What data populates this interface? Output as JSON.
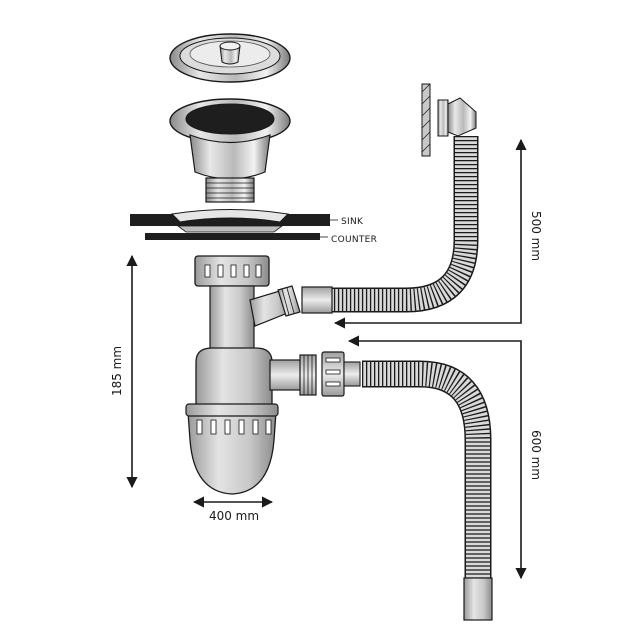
{
  "labels": {
    "sink": "SINK",
    "counter": "COUNTER"
  },
  "dimensions": {
    "height_left": "185 mm",
    "width_bottom": "400 mm",
    "upper_hose": "500 mm",
    "lower_hose": "600 mm"
  },
  "colors": {
    "line": "#1a1a1a",
    "metal_light": "#e6e6e6",
    "metal_mid": "#bdbdbd",
    "metal_dark": "#7d7d7d",
    "plastic": "#dcdcdc",
    "background": "#ffffff"
  }
}
